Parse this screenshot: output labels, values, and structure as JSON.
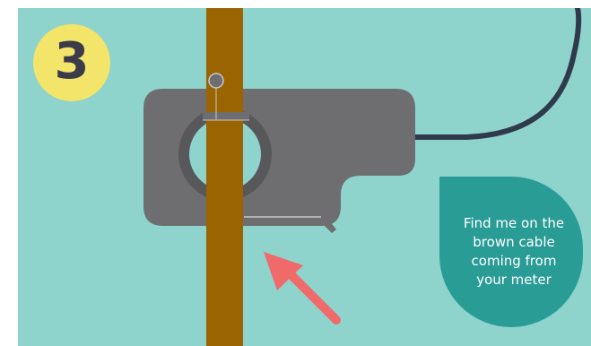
{
  "step": {
    "number": "3"
  },
  "tip": {
    "lines": [
      "Find me on the",
      "brown cable",
      "coming from",
      "your meter"
    ]
  },
  "colors": {
    "background": "#8fd3cd",
    "step_badge": "#f3e56a",
    "step_text": "#3b3b4a",
    "cable": "#9a6400",
    "clamp_body": "#6e6e70",
    "clamp_ring": "#58585a",
    "sensor_lead": "#2f3a4a",
    "arrow": "#f06a6a",
    "tip_bubble": "#2a9c96",
    "tip_text": "#ffffff"
  },
  "icons": {
    "arrow": "arrow-up-left-icon"
  }
}
